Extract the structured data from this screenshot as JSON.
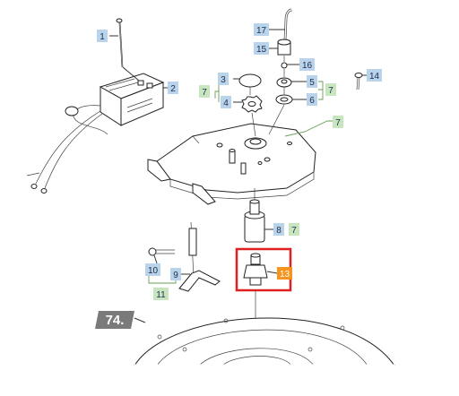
{
  "callouts": {
    "c1": "1",
    "c2": "2",
    "c3": "3",
    "c4": "4",
    "c5": "5",
    "c6": "6",
    "c7a": "7",
    "c7b": "7",
    "c7c": "7",
    "c7d": "7",
    "c8": "8",
    "c9": "9",
    "c10": "10",
    "c11": "11",
    "c13": "13",
    "c14": "14",
    "c15": "15",
    "c16": "16",
    "c17": "17"
  },
  "section_badge": "74.",
  "highlight_color": "#e02020",
  "highlighted_part": "13"
}
